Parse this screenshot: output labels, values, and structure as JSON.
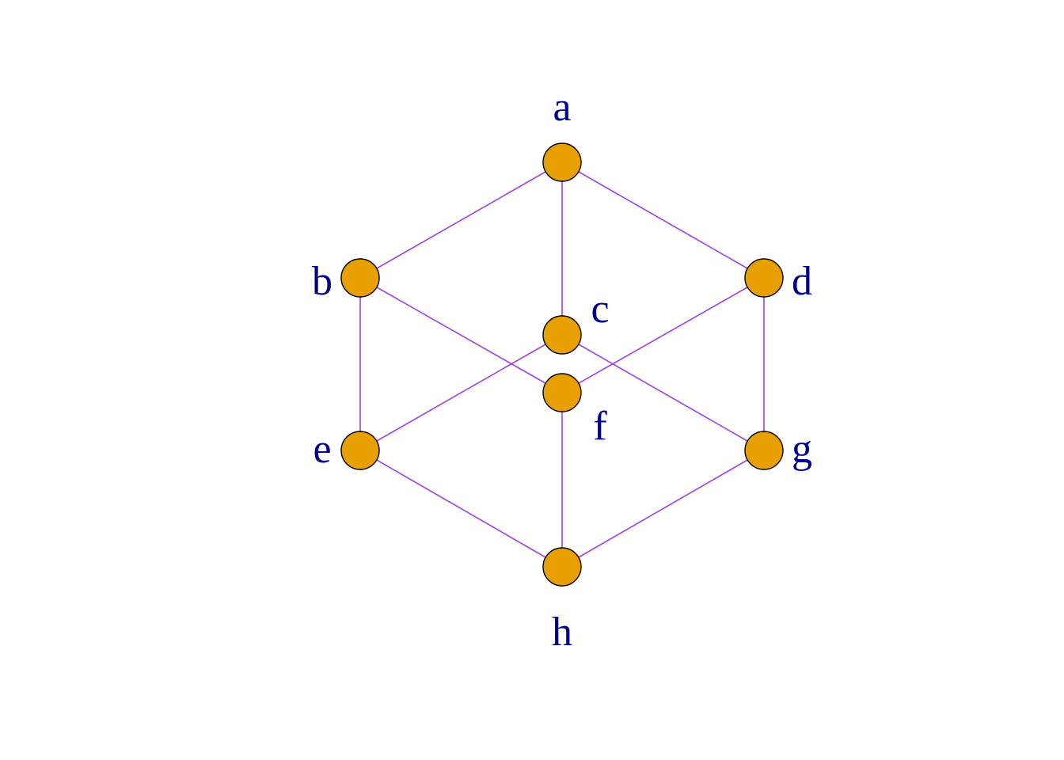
{
  "diagram": {
    "colors": {
      "edge": "#a040e0",
      "node_fill": "#e8a000",
      "node_stroke": "#000000",
      "label": "#000090",
      "background": "#ffffff"
    },
    "nodes": [
      {
        "id": "a",
        "label": "a"
      },
      {
        "id": "b",
        "label": "b"
      },
      {
        "id": "c",
        "label": "c"
      },
      {
        "id": "d",
        "label": "d"
      },
      {
        "id": "e",
        "label": "e"
      },
      {
        "id": "f",
        "label": "f"
      },
      {
        "id": "g",
        "label": "g"
      },
      {
        "id": "h",
        "label": "h"
      }
    ],
    "edges": [
      [
        "a",
        "b"
      ],
      [
        "a",
        "c"
      ],
      [
        "a",
        "d"
      ],
      [
        "b",
        "e"
      ],
      [
        "b",
        "f"
      ],
      [
        "c",
        "e"
      ],
      [
        "c",
        "g"
      ],
      [
        "d",
        "f"
      ],
      [
        "d",
        "g"
      ],
      [
        "e",
        "h"
      ],
      [
        "f",
        "h"
      ],
      [
        "g",
        "h"
      ]
    ]
  }
}
